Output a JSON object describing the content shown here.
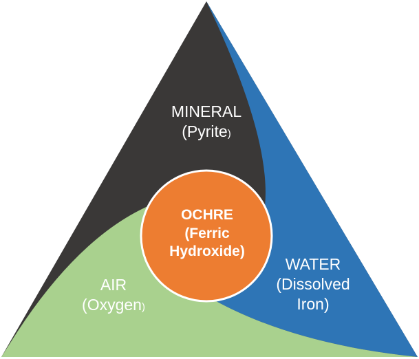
{
  "diagram": {
    "type": "three-region triangle with central circle",
    "colors": {
      "mineral": "#3a3837",
      "water": "#2e75b6",
      "air": "#a9d18e",
      "ochre": "#ed7d31",
      "text": "#ffffff"
    },
    "regions": [
      {
        "id": "mineral",
        "title": "MINERAL",
        "subtitle": "(Pyrite",
        "closing": ")"
      },
      {
        "id": "water",
        "title": "WATER",
        "subtitle": "(Dissolved",
        "subtitle2": "Iron)"
      },
      {
        "id": "air",
        "title": "AIR",
        "subtitle": "(Oxygen",
        "closing": ")"
      }
    ],
    "center": {
      "title": "OCHRE",
      "line2": "(Ferric",
      "line3": "Hydroxide)"
    }
  }
}
